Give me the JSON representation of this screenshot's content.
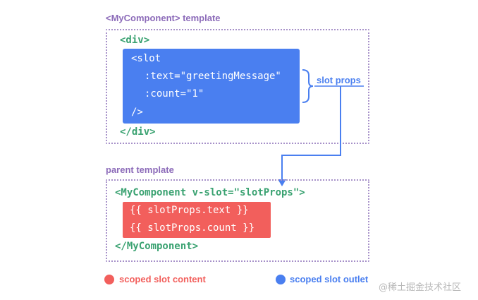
{
  "colors": {
    "section_title": "#8c6bb9",
    "code_green": "#3aa271",
    "slot_blue": "#4a7ff0",
    "content_red": "#f25f5c",
    "dotted_border": "#a791c9"
  },
  "top_section": {
    "title": "<MyComponent> template",
    "lines": {
      "open_div": "<div>",
      "slot_open": "<slot",
      "text_prop": ":text=\"greetingMessage\"",
      "count_prop": ":count=\"1\"",
      "slot_close": "/>",
      "close_div": "</div>"
    },
    "annotation": "slot props"
  },
  "bottom_section": {
    "title": "parent template",
    "lines": {
      "open_component": "<MyComponent v-slot=\"slotProps\">",
      "text_expr": "{{ slotProps.text }}",
      "count_expr": "{{ slotProps.count }}",
      "close_component": "</MyComponent>"
    }
  },
  "legend": {
    "content": {
      "label": "scoped slot content",
      "color": "#f25f5c"
    },
    "outlet": {
      "label": "scoped slot outlet",
      "color": "#4a7ff0"
    }
  },
  "watermark": "@稀土掘金技术社区"
}
